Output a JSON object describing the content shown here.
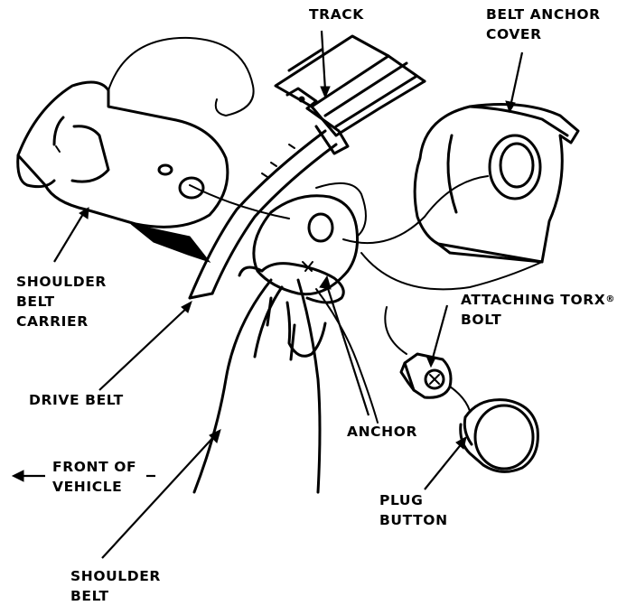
{
  "labels": {
    "track": "TRACK",
    "belt_anchor_cover_1": "BELT ANCHOR",
    "belt_anchor_cover_2": "COVER",
    "shoulder_belt_carrier_1": "SHOULDER",
    "shoulder_belt_carrier_2": "BELT",
    "shoulder_belt_carrier_3": "CARRIER",
    "attaching_torx_bolt_1": "ATTACHING TORX",
    "attaching_torx_bolt_reg": "®",
    "attaching_torx_bolt_2": "BOLT",
    "drive_belt": "DRIVE BELT",
    "anchor": "ANCHOR",
    "front_of_vehicle_1": "FRONT OF",
    "front_of_vehicle_2": "VEHICLE",
    "plug_button_1": "PLUG",
    "plug_button_2": "BUTTON",
    "shoulder_belt_1": "SHOULDER",
    "shoulder_belt_2": "BELT"
  },
  "icons": {
    "front_arrow": "left-arrow-icon"
  },
  "colors": {
    "ink": "#000000",
    "paper": "#ffffff"
  }
}
